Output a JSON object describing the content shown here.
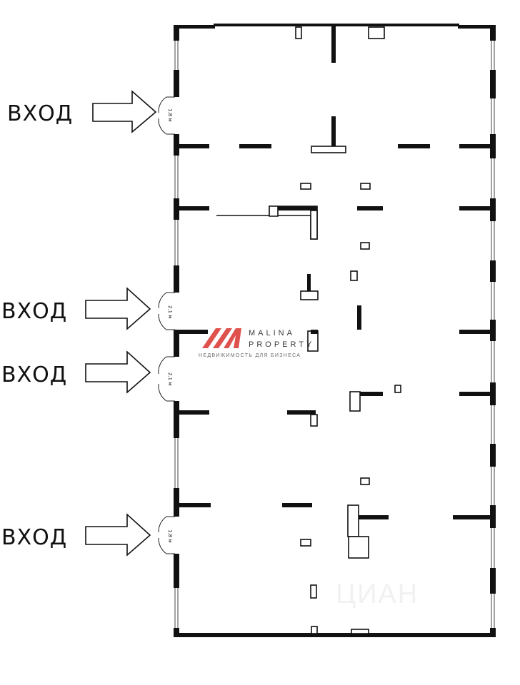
{
  "entrances": [
    {
      "label": "ВХОД",
      "door_width": "1.8 м"
    },
    {
      "label": "ВХОД",
      "door_width": "2.1 м"
    },
    {
      "label": "ВХОД",
      "door_width": "2.1 м"
    },
    {
      "label": "ВХОД",
      "door_width": "1.8 м"
    }
  ],
  "logo": {
    "name_line1": "MALINA",
    "name_line2": "PROPERTY",
    "tagline": "НЕДВИЖИМОСТЬ ДЛЯ БИЗНЕСА"
  },
  "watermark": "ЦИАН",
  "colors": {
    "wall": "#111111",
    "logo_accent": "#d9322e"
  }
}
